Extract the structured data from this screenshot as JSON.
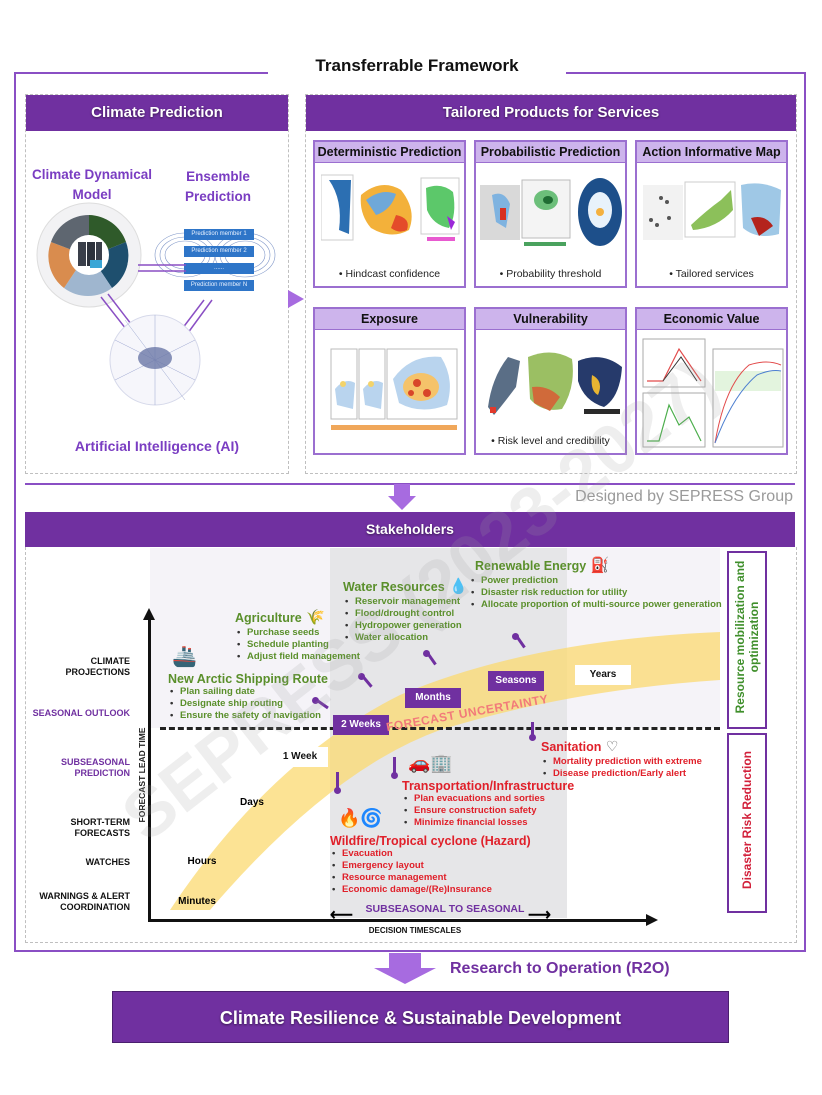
{
  "framework_title": "Transferrable Framework",
  "climate_prediction": {
    "header": "Climate Prediction",
    "dynamical_model_label": "Climate Dynamical Model",
    "ensemble_label": "Ensemble Prediction",
    "ensemble_members": [
      "Prediction member 1",
      "Prediction member 2",
      "......",
      "Prediction member N"
    ],
    "ai_label": "Artificial Intelligence (AI)"
  },
  "tailored_products": {
    "header": "Tailored Products for Services",
    "panels": [
      {
        "title": "Deterministic Prediction",
        "note": "• Hindcast confidence"
      },
      {
        "title": "Probabilistic Prediction",
        "note": "• Probability threshold"
      },
      {
        "title": "Action Informative Map",
        "note": "• Tailored services"
      },
      {
        "title": "Exposure",
        "note": ""
      },
      {
        "title": "Vulnerability",
        "note": "• Risk level and credibility"
      },
      {
        "title": "Economic Value",
        "note": ""
      }
    ]
  },
  "credit": "Designed by SEPRESS Group",
  "watermark": "SEPRESS (2023-2027)",
  "stakeholders": {
    "header": "Stakeholders",
    "side_labels": {
      "resource": "Resource mobilization and optimization",
      "disaster": "Disaster Risk Reduction"
    },
    "y_axis_label": "FORECAST LEAD TIME",
    "x_axis_label": "DECISION TIMESCALES",
    "s2s_label": "SUBSEASONAL TO SEASONAL",
    "uncertainty_label": "FORECAST UNCERTAINTY",
    "lead_levels": [
      {
        "label": "CLIMATE PROJECTIONS",
        "color": "#111111"
      },
      {
        "label": "SEASONAL OUTLOOK",
        "color": "#7030a0"
      },
      {
        "label": "SUBSEASONAL PREDICTION",
        "color": "#7030a0"
      },
      {
        "label": "SHORT-TERM FORECASTS",
        "color": "#111111"
      },
      {
        "label": "WATCHES",
        "color": "#111111"
      },
      {
        "label": "WARNINGS & ALERT COORDINATION",
        "color": "#111111"
      }
    ],
    "timescales": [
      "Minutes",
      "Hours",
      "Days",
      "1 Week",
      "2 Weeks",
      "Months",
      "Seasons",
      "Years"
    ],
    "sectors": {
      "agriculture": {
        "title": "Agriculture",
        "items": [
          "Purchase seeds",
          "Schedule planting",
          "Adjust field management"
        ]
      },
      "water": {
        "title": "Water Resources",
        "items": [
          "Reservoir management",
          "Flood/drought control",
          "Hydropower generation",
          "Water allocation"
        ]
      },
      "energy": {
        "title": "Renewable Energy",
        "items": [
          "Power prediction",
          "Disaster risk reduction for utility",
          "Allocate proportion of multi-source power generation"
        ]
      },
      "shipping": {
        "title": "New Arctic Shipping Route",
        "items": [
          "Plan sailing date",
          "Designate ship routing",
          "Ensure the safety of navigation"
        ]
      },
      "sanitation": {
        "title": "Sanitation",
        "items": [
          "Mortality prediction with extreme",
          "Disease prediction/Early alert"
        ]
      },
      "transport": {
        "title": "Transportation/Infrastructure",
        "items": [
          "Plan evacuations and sorties",
          "Ensure construction safety",
          "Minimize financial losses"
        ]
      },
      "wildfire": {
        "title": "Wildfire/Tropical cyclone (Hazard)",
        "items": [
          "Evacuation",
          "Emergency layout",
          "Resource management",
          "Economic damage/(Re)Insurance"
        ]
      }
    }
  },
  "r2o_label": "Research to Operation (R2O)",
  "outcome": "Climate Resilience & Sustainable Development",
  "colors": {
    "purple": "#7030a0",
    "light_purple": "#cdb4ec",
    "green_text": "#5a8f2b",
    "red_text": "#e0202a",
    "uncertainty_band": "#fbd970"
  }
}
